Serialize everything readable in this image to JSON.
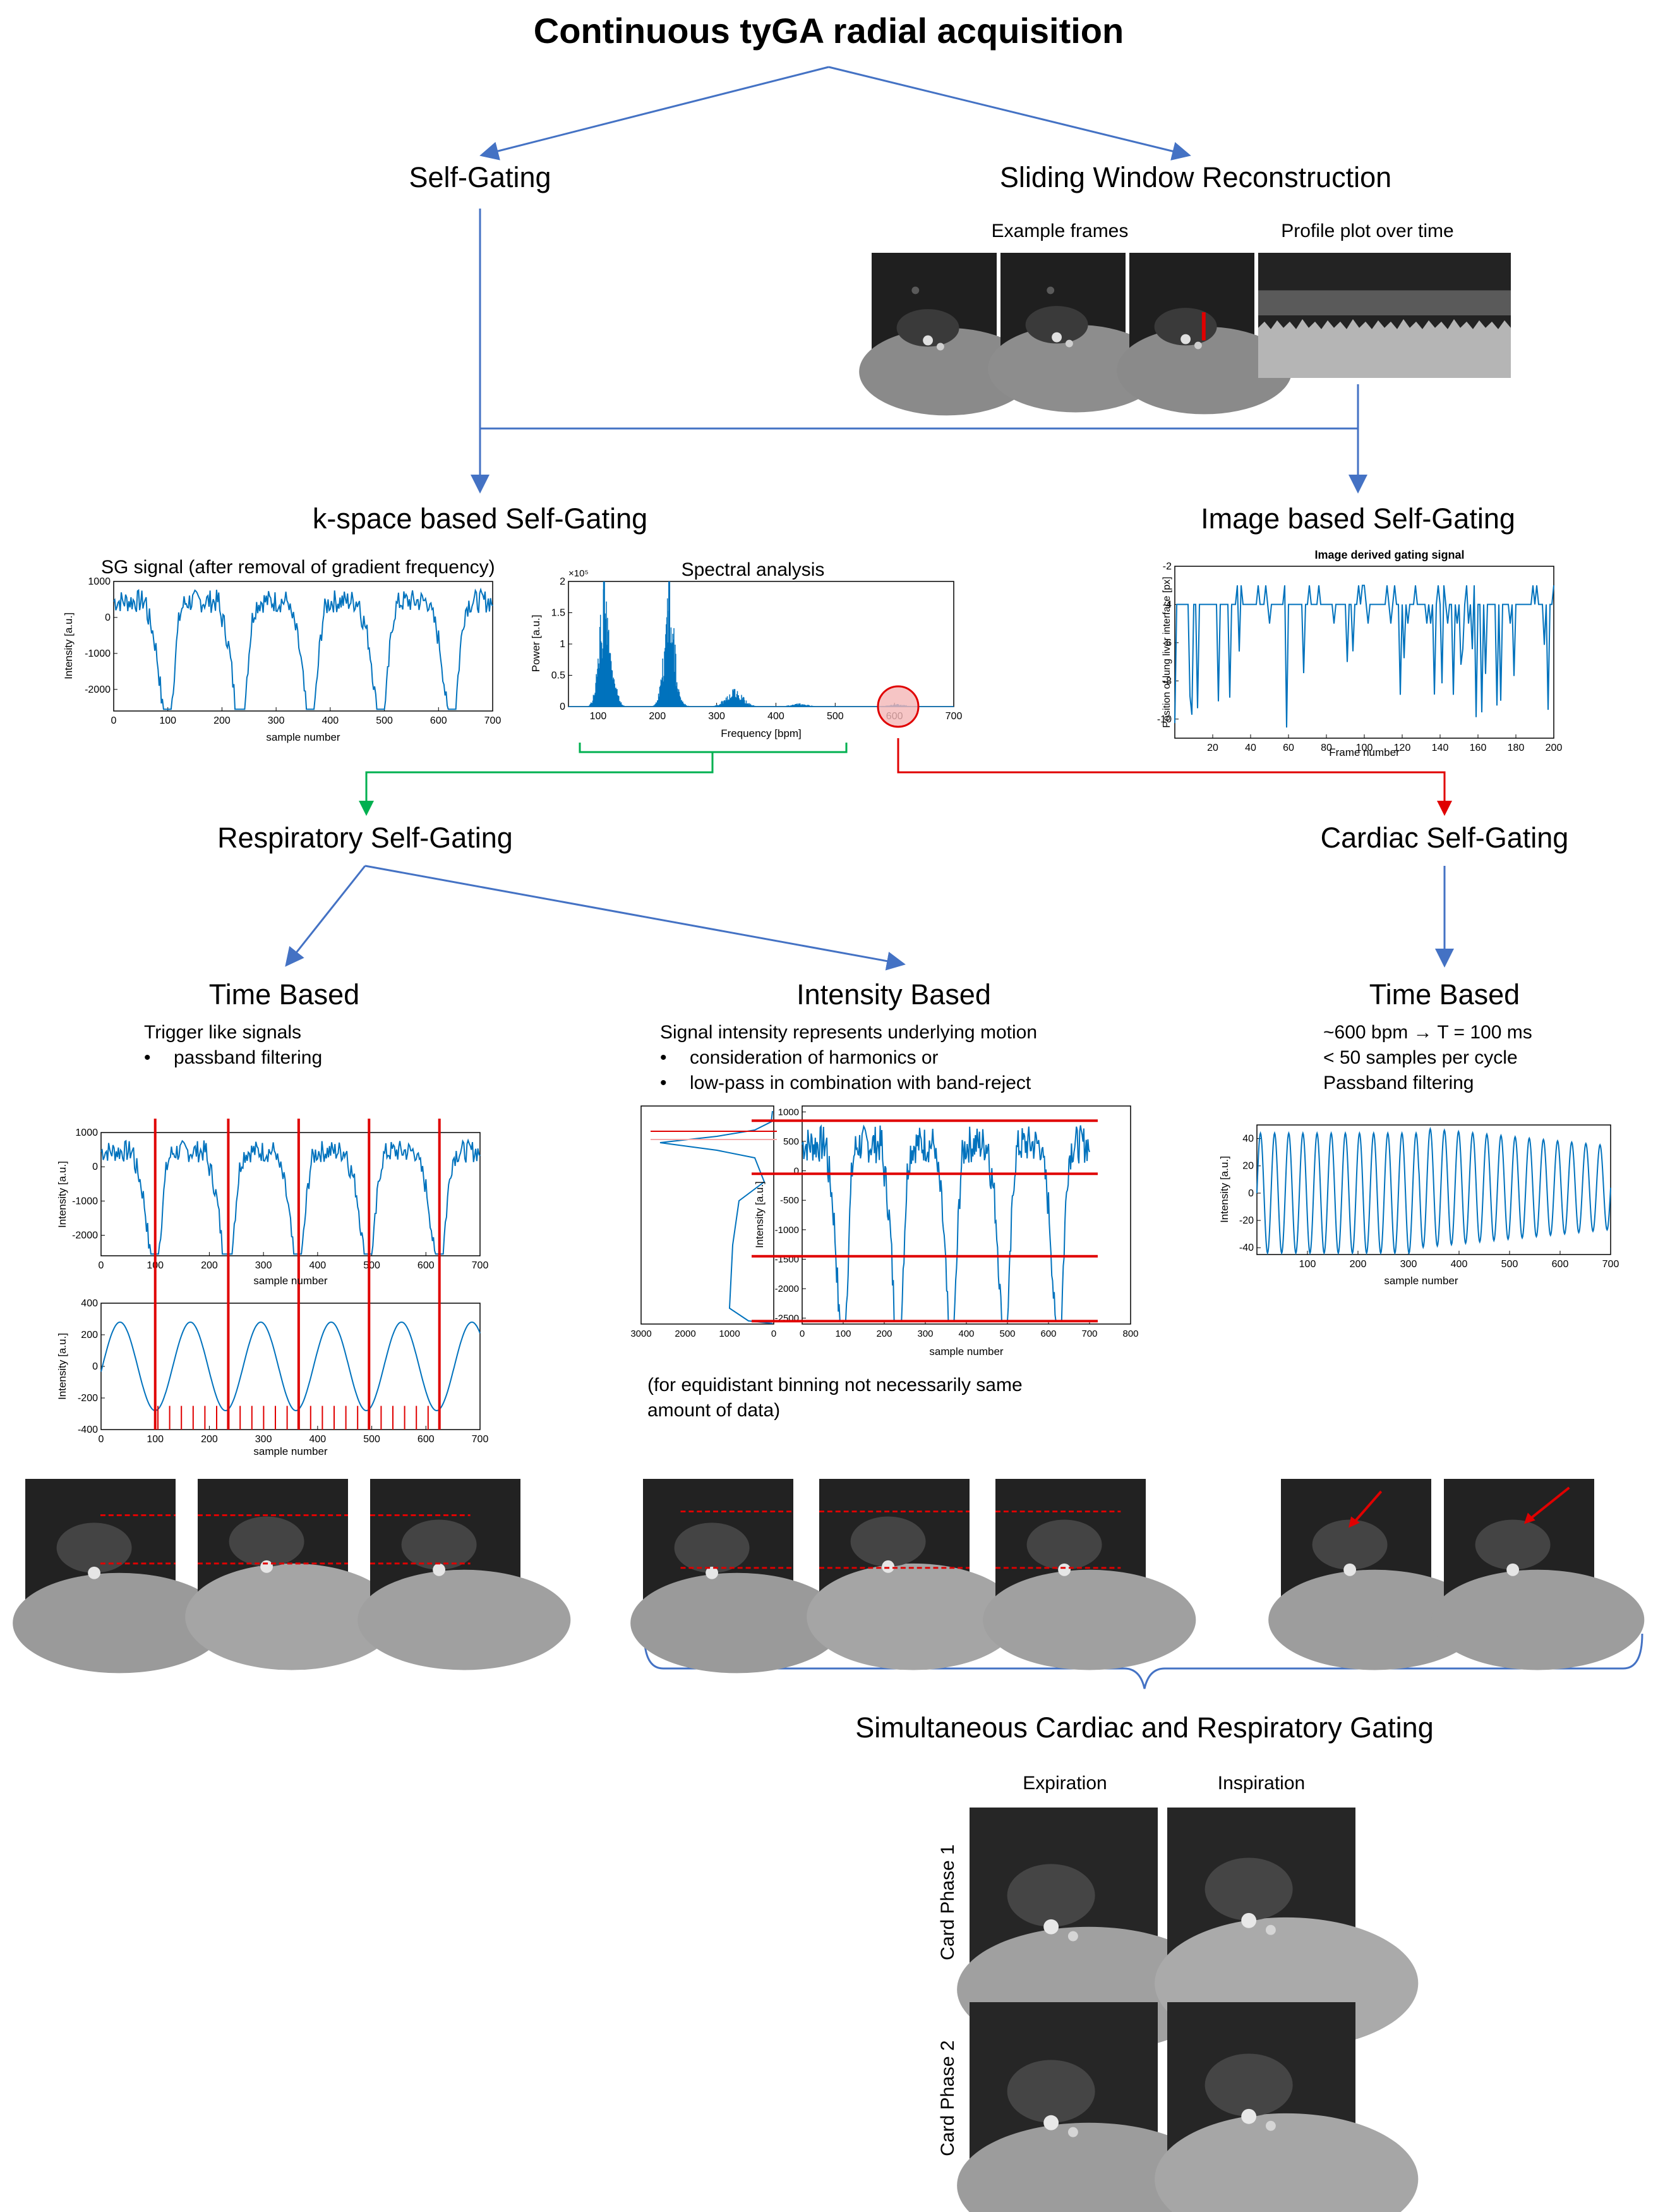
{
  "title": "Continuous tyGA radial acquisition",
  "self_gating": "Self-Gating",
  "sliding_window": {
    "title": "Sliding Window Reconstruction",
    "example_frames": "Example frames",
    "profile_plot": "Profile plot over time"
  },
  "kspace_sg": {
    "title": "k-space based Self-Gating",
    "sg_label": "SG signal (after removal of gradient frequency)",
    "spectral_label": "Spectral analysis"
  },
  "image_sg": {
    "title": "Image based Self-Gating"
  },
  "respiratory_sg": {
    "title": "Respiratory Self-Gating"
  },
  "cardiac_sg": {
    "title": "Cardiac Self-Gating"
  },
  "resp_time": {
    "title": "Time Based",
    "line1": "Trigger like signals",
    "bullet1": "passband filtering"
  },
  "resp_intensity": {
    "title": "Intensity Based",
    "line1": "Signal intensity represents underlying motion",
    "bullet1": "consideration of harmonics or",
    "bullet2": "low-pass in combination with band-reject",
    "note_line1": "(for equidistant binning not necessarily same",
    "note_line2": "amount of data)"
  },
  "card_time": {
    "title": "Time Based",
    "line1": "~600 bpm → T = 100 ms",
    "line2": "< 50 samples per cycle",
    "line3": "Passband filtering"
  },
  "simultaneous": {
    "title": "Simultaneous Cardiac and Respiratory Gating",
    "expiration": "Expiration",
    "inspiration": "Inspiration",
    "card_phase_1": "Card Phase 1",
    "card_phase_2": "Card Phase 2"
  },
  "bullet_char": "•",
  "colors": {
    "arrow_blue": "#4472c4",
    "signal_blue": "#0072bd",
    "green": "#00b050",
    "red": "#e00000"
  },
  "chart_data": [
    {
      "id": "sg_signal",
      "type": "line",
      "xlabel": "sample number",
      "ylabel": "Intensity [a.u.]",
      "xlim": [
        0,
        700
      ],
      "ylim": [
        -2600,
        1000
      ],
      "xticks": [
        "0",
        "100",
        "200",
        "300",
        "400",
        "500",
        "600",
        "700"
      ],
      "yticks": [
        "1000",
        "0",
        "-1000",
        "-2000"
      ],
      "cycles_at": [
        100,
        235,
        365,
        495,
        625
      ]
    },
    {
      "id": "spectral",
      "type": "bar",
      "xlabel": "Frequency [bpm]",
      "ylabel": "Power [a.u.]",
      "y_exponent": "×10⁵",
      "xlim": [
        50,
        700
      ],
      "ylim": [
        0,
        2
      ],
      "xticks": [
        "100",
        "200",
        "300",
        "400",
        "500",
        "600",
        "700"
      ],
      "yticks": [
        "0",
        "0.5",
        "1",
        "1.5",
        "2"
      ],
      "peaks": [
        {
          "x": 110,
          "y": 2.0
        },
        {
          "x": 120,
          "y": 0.85
        },
        {
          "x": 220,
          "y": 2.0
        },
        {
          "x": 230,
          "y": 0.35
        },
        {
          "x": 330,
          "y": 0.28
        },
        {
          "x": 440,
          "y": 0.05
        },
        {
          "x": 605,
          "y": 0.04
        }
      ],
      "highlight": "600"
    },
    {
      "id": "image_gating",
      "type": "line",
      "title": "Image derived gating signal",
      "xlabel": "Frame number",
      "ylabel": "Position of lung liver interface [px]",
      "xlim": [
        0,
        200
      ],
      "ylim": [
        -11,
        -2
      ],
      "xticks": [
        "20",
        "40",
        "60",
        "80",
        "100",
        "120",
        "140",
        "160",
        "180",
        "200"
      ],
      "yticks": [
        "-2",
        "-4",
        "-6",
        "-8",
        "-10"
      ]
    },
    {
      "id": "resp_time_sg",
      "type": "line",
      "xlabel": "sample number",
      "ylabel": "Intensity [a.u.]",
      "xlim": [
        0,
        700
      ],
      "ylim": [
        -2600,
        1000
      ],
      "xticks": [
        "0",
        "100",
        "200",
        "300",
        "400",
        "500",
        "600",
        "700"
      ],
      "yticks": [
        "1000",
        "0",
        "-1000",
        "-2000"
      ],
      "triggers": [
        100,
        235,
        365,
        495,
        625
      ]
    },
    {
      "id": "resp_time_filtered",
      "type": "line",
      "xlabel": "sample number",
      "ylabel": "Intensity [a.u.]",
      "xlim": [
        0,
        700
      ],
      "ylim": [
        -400,
        400
      ],
      "xticks": [
        "0",
        "100",
        "200",
        "300",
        "400",
        "500",
        "600",
        "700"
      ],
      "yticks": [
        "400",
        "200",
        "0",
        "-200",
        "-400"
      ],
      "amplitude": 280,
      "period": 130
    },
    {
      "id": "resp_intensity_hist",
      "type": "area",
      "xticks": [
        "3000",
        "2000",
        "1000",
        "0"
      ]
    },
    {
      "id": "resp_intensity_sg",
      "type": "line",
      "xlabel": "sample number",
      "ylabel": "Intensity [a.u.]",
      "xlim": [
        0,
        800
      ],
      "ylim": [
        -2600,
        1100
      ],
      "xticks": [
        "0",
        "100",
        "200",
        "300",
        "400",
        "500",
        "600",
        "700",
        "800"
      ],
      "yticks": [
        "1000",
        "500",
        "0",
        "-500",
        "-1000",
        "-1500",
        "-2000",
        "-2500"
      ],
      "bin_levels": [
        850,
        -50,
        -1450,
        -2550
      ]
    },
    {
      "id": "cardiac_sg",
      "type": "line",
      "xlabel": "sample number",
      "ylabel": "Intensity [a.u.]",
      "xlim": [
        0,
        700
      ],
      "ylim": [
        -45,
        50
      ],
      "xticks": [
        "100",
        "200",
        "300",
        "400",
        "500",
        "600",
        "700"
      ],
      "yticks": [
        "40",
        "20",
        "0",
        "-20",
        "-40"
      ],
      "period": 28
    }
  ]
}
